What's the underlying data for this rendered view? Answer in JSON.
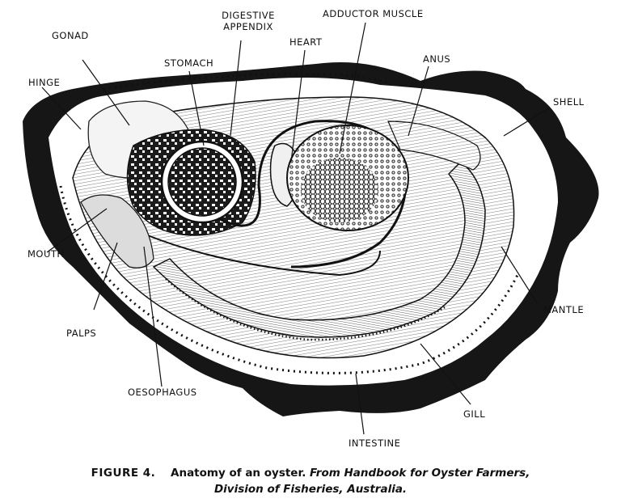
{
  "labels": {
    "gonad": "GONAD",
    "digestive_appendix_line1": "DIGESTIVE",
    "digestive_appendix_line2": "APPENDIX",
    "adductor_muscle": "ADDUCTOR MUSCLE",
    "heart": "HEART",
    "stomach": "STOMACH",
    "hinge": "HINGE",
    "anus": "ANUS",
    "shell": "SHELL",
    "mouth": "MOUTH",
    "palps": "PALPS",
    "mantle": "MANTLE",
    "oesophagus": "OESOPHAGUS",
    "gill": "GILL",
    "intestine": "INTESTINE"
  },
  "caption": {
    "figure": "FIGURE 4.",
    "text": "Anatomy of an oyster.",
    "source_line1": "From Handbook for Oyster Farmers,",
    "source_line2": "Division of Fisheries, Australia."
  },
  "colors": {
    "ink": "#111111",
    "paper": "#ffffff",
    "shell_dark": "#1a1a1a"
  }
}
